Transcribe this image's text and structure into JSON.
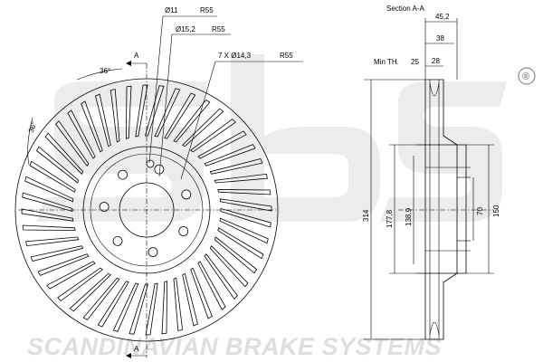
{
  "front_view": {
    "hole_callouts": [
      {
        "dia": "Ø11",
        "r": "R55"
      },
      {
        "dia": "Ø15,2",
        "r": "R55"
      },
      {
        "dia": "7 X Ø14,3",
        "r": "R55"
      }
    ],
    "angles": [
      "36°",
      "36°"
    ],
    "section_marks": [
      "A",
      "A"
    ]
  },
  "section_view": {
    "title": "Section A-A",
    "min_thickness_label": "Min TH.",
    "min_thickness_value": "25",
    "dims_top": [
      "45,2",
      "38",
      "28"
    ],
    "dims_vertical": [
      "314",
      "177,8",
      "138,9",
      "70",
      "150"
    ]
  },
  "watermark": {
    "text": "SCANDINAVIAN BRAKE SYSTEMS",
    "registered_mark": "®"
  }
}
